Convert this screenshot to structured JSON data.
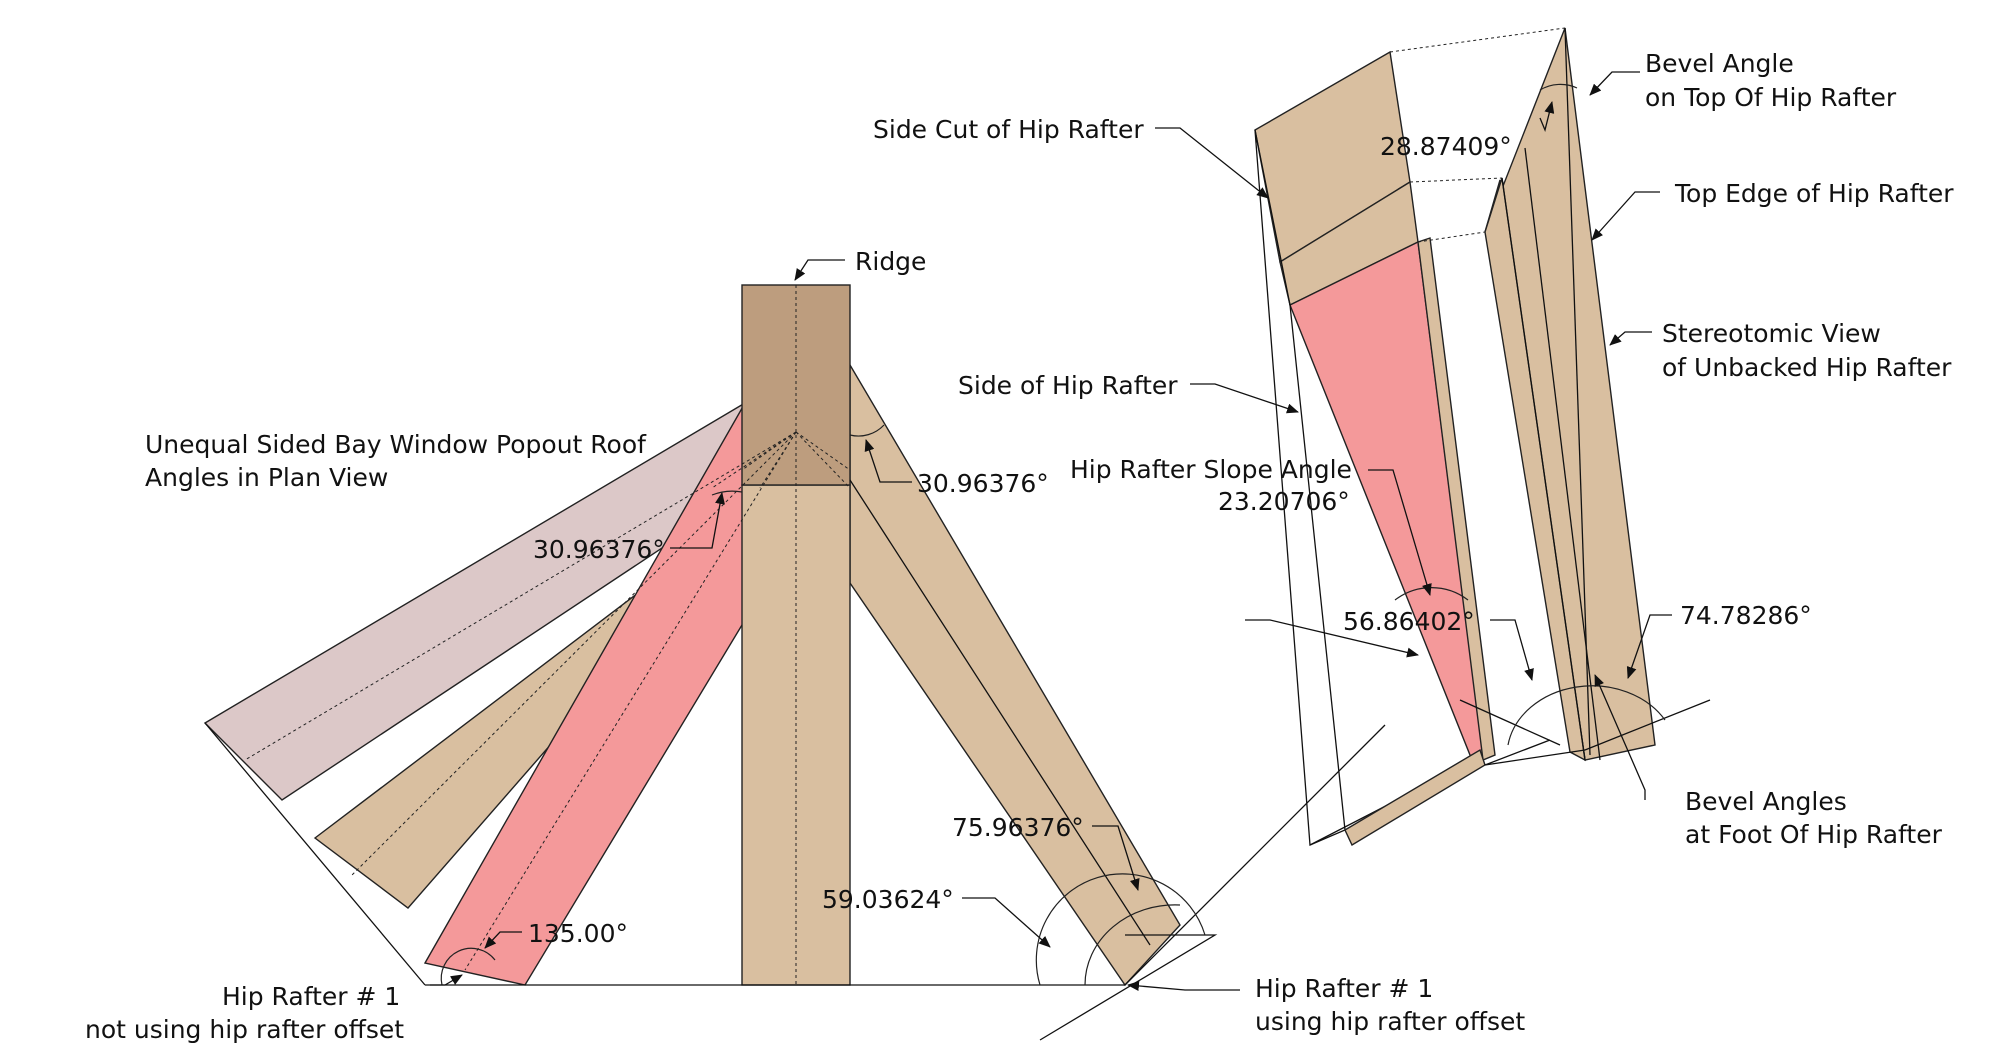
{
  "colors": {
    "wood": "#d9bfa0",
    "ridge": "#bd9d7e",
    "hip_highlight": "#f4999a",
    "mauve": "#dcc8c8",
    "line": "#111111"
  },
  "labels": {
    "ridge": "Ridge",
    "title_line1": "Unequal Sided Bay Window Popout Roof",
    "title_line2": "Angles in Plan View",
    "angle_ridge_right": "30.96376°",
    "angle_ridge_left": "30.96376°",
    "angle_75": "75.96376°",
    "angle_59": "59.03624°",
    "angle_135": "135.00°",
    "hip1_no_offset_line1": "Hip Rafter # 1",
    "hip1_no_offset_line2": "not using hip rafter offset",
    "hip1_offset_line1": "Hip Rafter # 1",
    "hip1_offset_line2": "using hip rafter offset",
    "side_cut": "Side Cut of Hip Rafter",
    "side_of_hip": "Side of Hip Rafter",
    "slope_angle_line1": "Hip Rafter Slope Angle",
    "slope_angle_value": "23.20706°",
    "angle_56": "56.86402°",
    "angle_74": "74.78286°",
    "bevel_top_line1": "Bevel Angle",
    "bevel_top_line2": "on Top Of Hip Rafter",
    "angle_28": "28.87409°",
    "top_edge": "Top Edge of Hip Rafter",
    "stereo_line1": "Stereotomic View",
    "stereo_line2": "of Unbacked Hip Rafter",
    "bevel_foot_line1": "Bevel Angles",
    "bevel_foot_line2": "at Foot Of Hip Rafter"
  }
}
